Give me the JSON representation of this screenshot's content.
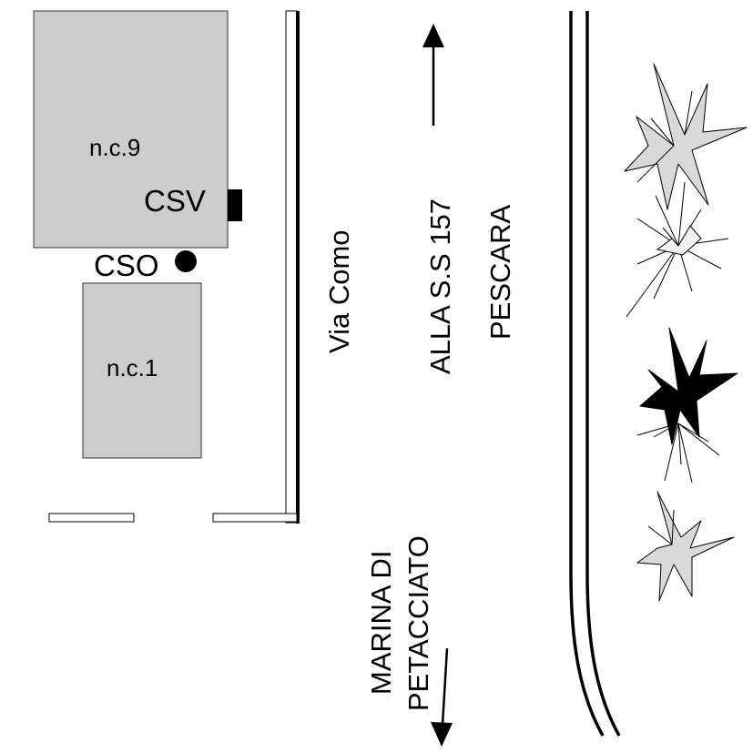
{
  "buildings": {
    "nc9": {
      "label": "n.c.9"
    },
    "nc1": {
      "label": "n.c.1"
    }
  },
  "markers": {
    "csv": {
      "label": "CSV"
    },
    "cso": {
      "label": "CSO"
    }
  },
  "street": {
    "label": "Via Como"
  },
  "directions": {
    "north": {
      "line1": "ALLA S.S 157",
      "line2": "PESCARA"
    },
    "south": {
      "line1": "MARINA DI",
      "line2": "PETACCIATO"
    }
  },
  "colors": {
    "building_fill": "#cccccc",
    "outline": "#000000",
    "plant_light": "#d9d9d9",
    "plant_dark": "#000000"
  }
}
